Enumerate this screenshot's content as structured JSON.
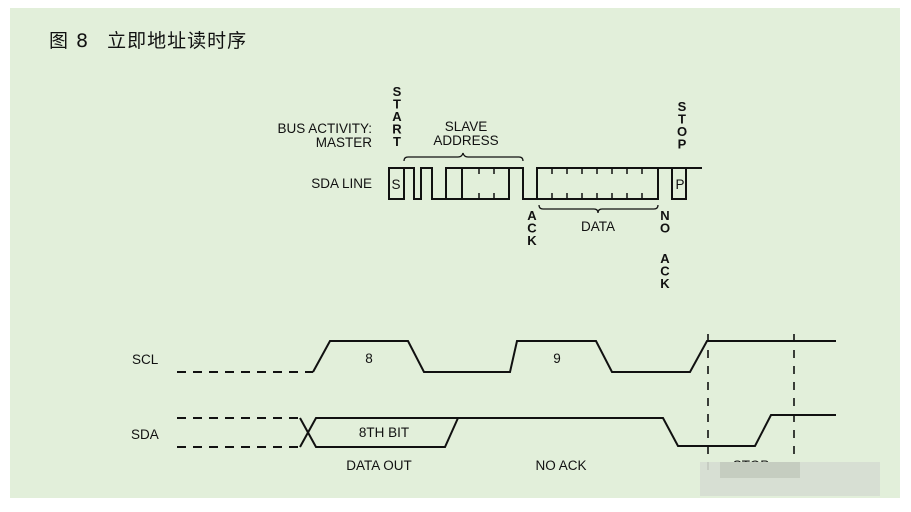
{
  "figure": {
    "number": "图 8",
    "title": "立即地址读时序"
  },
  "bus_diagram": {
    "bus_activity_label": [
      "BUS ACTIVITY:",
      "MASTER"
    ],
    "sda_line_label": "SDA LINE",
    "start_label": "START",
    "slave_address_label": [
      "SLAVE",
      "ADDRESS"
    ],
    "start_bit": "S",
    "stop_label": "STOP",
    "stop_bit": "P",
    "ack_label": "ACK",
    "data_label": "DATA",
    "no_ack_label": [
      "NO",
      "ACK"
    ]
  },
  "timing_diagram": {
    "scl_label": "SCL",
    "sda_label": "SDA",
    "clock_pulses": [
      "8",
      "9"
    ],
    "bit_label": "8TH BIT",
    "phases": [
      "DATA OUT",
      "NO ACK",
      "STOP"
    ]
  },
  "colors": {
    "background": "#e2efda",
    "ink": "#111111"
  }
}
